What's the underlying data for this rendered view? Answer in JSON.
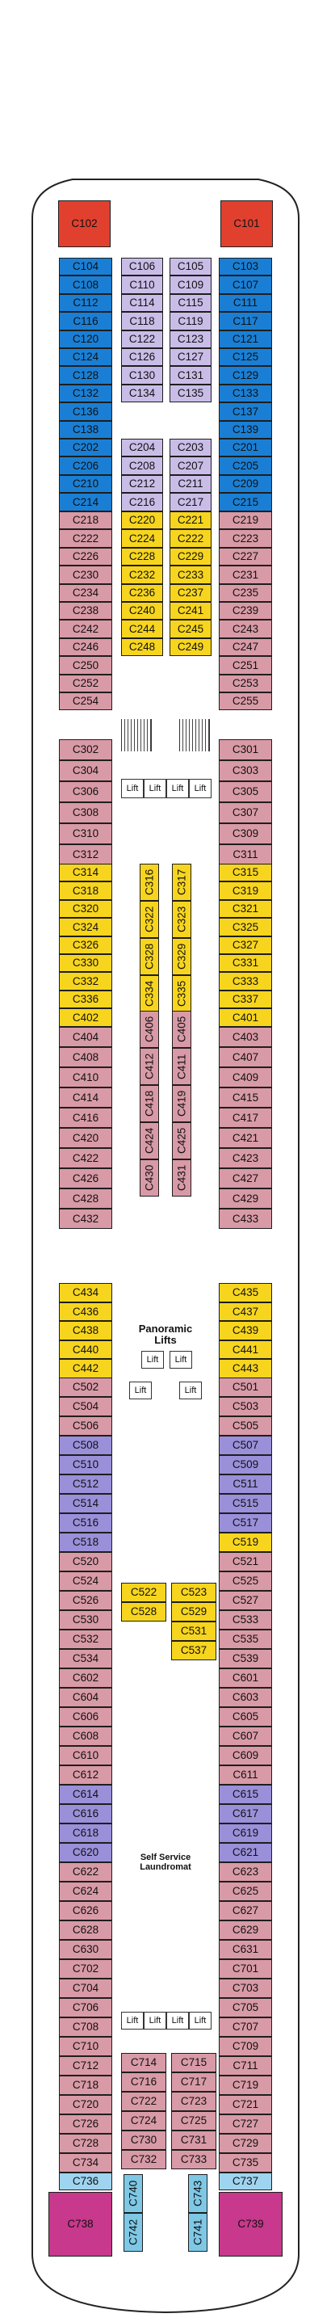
{
  "colors": {
    "red": "#e2402f",
    "blue": "#1a7fd4",
    "lightblue": "#9fd4f0",
    "pink": "#d89aa6",
    "lavender": "#c9bde8",
    "yellow": "#f7d51e",
    "purple": "#9a8fd9",
    "magenta": "#c8388c",
    "cyan": "#7ec8e6"
  },
  "labels": {
    "panoramic_lifts": "Panoramic Lifts",
    "self_service_laundromat": "Self Service Laundromat",
    "lift": "Lift"
  },
  "cabins": {
    "top": [
      {
        "n": "C102",
        "c": "red"
      },
      {
        "n": "C101",
        "c": "red"
      }
    ],
    "left_blue": [
      "C104",
      "C108",
      "C112",
      "C116",
      "C120",
      "C124",
      "C128",
      "C132",
      "C136",
      "C138",
      "C202",
      "C206",
      "C210",
      "C214"
    ],
    "right_blue": [
      "C103",
      "C107",
      "C111",
      "C117",
      "C121",
      "C125",
      "C129",
      "C133",
      "C137",
      "C139",
      "C201",
      "C205",
      "C209",
      "C215"
    ],
    "mid_l1": [
      "C106",
      "C110",
      "C114",
      "C118",
      "C122",
      "C126",
      "C130",
      "C134"
    ],
    "mid_r1": [
      "C105",
      "C109",
      "C115",
      "C119",
      "C123",
      "C127",
      "C131",
      "C135"
    ],
    "mid_l2": [
      "C204",
      "C208",
      "C212",
      "C216"
    ],
    "mid_r2": [
      "C203",
      "C207",
      "C211",
      "C217"
    ],
    "mid_l3": [
      "C220",
      "C224",
      "C228",
      "C232",
      "C236",
      "C240",
      "C244",
      "C248"
    ],
    "mid_r3": [
      "C221",
      "C222",
      "C229",
      "C233",
      "C237",
      "C241",
      "C245",
      "C249"
    ],
    "left_pink1": [
      "C218",
      "C222",
      "C226",
      "C230",
      "C234",
      "C238",
      "C242",
      "C246",
      "C250",
      "C252",
      "C254"
    ],
    "right_pink1": [
      "C219",
      "C223",
      "C227",
      "C231",
      "C235",
      "C239",
      "C243",
      "C247",
      "C251",
      "C253",
      "C255"
    ],
    "left_pink2": [
      "C302",
      "C304",
      "C306",
      "C308",
      "C310",
      "C312"
    ],
    "right_pink2": [
      "C301",
      "C303",
      "C305",
      "C307",
      "C309",
      "C311"
    ],
    "left_yellow1": [
      "C314",
      "C318",
      "C320",
      "C324",
      "C326",
      "C330",
      "C332",
      "C336",
      "C402"
    ],
    "right_yellow1": [
      "C315",
      "C319",
      "C321",
      "C325",
      "C327",
      "C331",
      "C333",
      "C337",
      "C401"
    ],
    "mid_v1": [
      "C316",
      "C322",
      "C328",
      "C334"
    ],
    "mid_v2": [
      "C317",
      "C323",
      "C329",
      "C335"
    ],
    "left_pink3": [
      "C404",
      "C408",
      "C410",
      "C414",
      "C416",
      "C420",
      "C422",
      "C426",
      "C428",
      "C432"
    ],
    "right_pink3": [
      "C403",
      "C407",
      "C409",
      "C415",
      "C417",
      "C421",
      "C423",
      "C427",
      "C429",
      "C433"
    ],
    "mid_v3": [
      "C406",
      "C412",
      "C418",
      "C424",
      "C430"
    ],
    "mid_v4": [
      "C405",
      "C411",
      "C419",
      "C425",
      "C431"
    ],
    "left_yellow2": [
      "C434",
      "C436",
      "C438",
      "C440",
      "C442"
    ],
    "right_yellow2": [
      "C435",
      "C437",
      "C439",
      "C441",
      "C443"
    ],
    "left_pink4": [
      "C502",
      "C504",
      "C506"
    ],
    "right_pink4": [
      "C501",
      "C503",
      "C505"
    ],
    "left_purple1": [
      "C508",
      "C510",
      "C512",
      "C514",
      "C516",
      "C518"
    ],
    "right_purple1": [
      "C507",
      "C509",
      "C511",
      "C515",
      "C517"
    ],
    "right_yellow_single": [
      "C519"
    ],
    "left_pink5": [
      "C520",
      "C524",
      "C526",
      "C530",
      "C532",
      "C534",
      "C602",
      "C604",
      "C606",
      "C608",
      "C610",
      "C612"
    ],
    "right_pink5": [
      "C521",
      "C525",
      "C527",
      "C533",
      "C535",
      "C539",
      "C601",
      "C603",
      "C605",
      "C607",
      "C609",
      "C611"
    ],
    "mid_y4l": [
      "C522",
      "C528"
    ],
    "mid_y4r": [
      "C523",
      "C529",
      "C531",
      "C537"
    ],
    "left_purple2": [
      "C614",
      "C616",
      "C618",
      "C620"
    ],
    "right_purple2": [
      "C615",
      "C617",
      "C619",
      "C621"
    ],
    "left_pink6": [
      "C622",
      "C624",
      "C626",
      "C628",
      "C630",
      "C702",
      "C704",
      "C706",
      "C708",
      "C710",
      "C712",
      "C718",
      "C720",
      "C726",
      "C728",
      "C734"
    ],
    "right_pink6": [
      "C623",
      "C625",
      "C627",
      "C629",
      "C631",
      "C701",
      "C703",
      "C705",
      "C707",
      "C709",
      "C711",
      "C719",
      "C721",
      "C727",
      "C729",
      "C735"
    ],
    "mid_p7l": [
      "C714",
      "C716",
      "C722",
      "C724",
      "C730",
      "C732"
    ],
    "mid_p7r": [
      "C715",
      "C717",
      "C723",
      "C725",
      "C731",
      "C733"
    ],
    "bottom_lightblue": [
      {
        "n": "C736"
      },
      {
        "n": "C737"
      }
    ],
    "bottom_magenta": [
      {
        "n": "C738"
      },
      {
        "n": "C739"
      }
    ],
    "bottom_cyan_v": [
      "C740",
      "C742",
      "C743",
      "C741"
    ]
  }
}
